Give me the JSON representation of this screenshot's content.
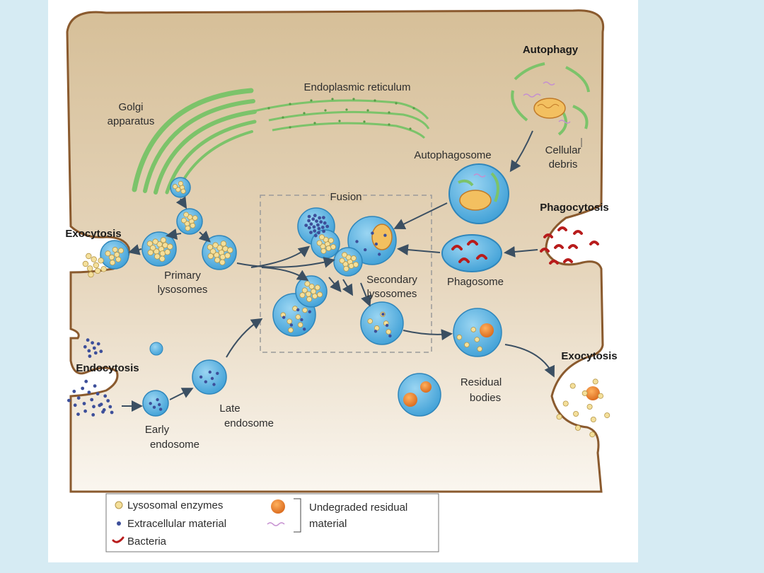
{
  "colors": {
    "background": "#d6ebf3",
    "panel": "#ffffff",
    "cytoplasm_top": "#d8c29e",
    "cytoplasm_bottom": "#f7f1e8",
    "membrane": "#8a5a2e",
    "vesicle": "#5db3df",
    "enzyme": "#f4df9a",
    "bacteria": "#b81c1c",
    "residual": "#e8832a",
    "golgi": "#7cc36a",
    "er": "#7cc36a"
  },
  "labels": {
    "golgi": [
      "Golgi",
      "apparatus"
    ],
    "er": "Endoplasmic reticulum",
    "autophagy": "Autophagy",
    "autophagosome": "Autophagosome",
    "cellular_debris": [
      "Cellular",
      "debris"
    ],
    "fusion": "Fusion",
    "phagocytosis": "Phagocytosis",
    "exocytosis_left": "Exocytosis",
    "primary_lysosomes": [
      "Primary",
      "lysosomes"
    ],
    "secondary_lysosomes": [
      "Secondary",
      "lysosomes"
    ],
    "phagosome": "Phagosome",
    "exocytosis_right": "Exocytosis",
    "endocytosis": "Endocytosis",
    "late_endosome": [
      "Late",
      "endosome"
    ],
    "early_endosome": [
      "Early",
      "endosome"
    ],
    "residual_bodies": [
      "Residual",
      "bodies"
    ]
  },
  "legend": {
    "lysosomal_enzymes": "Lysosomal enzymes",
    "extracellular_material": "Extracellular material",
    "bacteria": "Bacteria",
    "undegraded": [
      "Undegraded residual",
      "material"
    ]
  }
}
